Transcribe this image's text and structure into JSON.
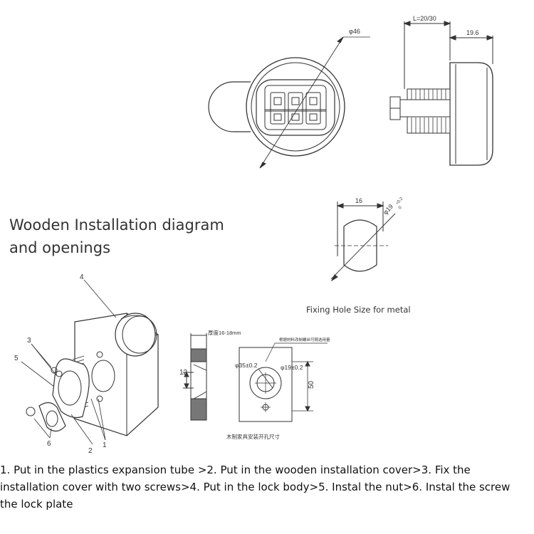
{
  "title": {
    "line1": "Wooden Installation diagram",
    "line2": "and openings"
  },
  "captions": {
    "metal_hole": "Fixing Hole Size for metal",
    "wood_opening": "木制家具安装开孔尺寸",
    "material_note": "根据材料改制螺丝可随选用量"
  },
  "dimensions": {
    "lock_diameter": "φ46",
    "length": "L=20/30",
    "depth": "19.6",
    "hole_width": "16",
    "hole_diameter": "φ19",
    "hole_tolerance_upper": "+0.2",
    "hole_tolerance_lower": "0",
    "thickness": "厚度16-18mm",
    "thickness_12": "12",
    "bore_large": "φ35±0.2",
    "bore_small": "φ19±0.2",
    "height_50": "50"
  },
  "callouts": [
    "1",
    "2",
    "3",
    "4",
    "5",
    "6"
  ],
  "instructions": "1. Put in the plastics expansion tube >2. Put in the wooden installation cover>3. Fix the installation cover with two screws>4. Put in the lock body>5. Instal the nut>6. Instal the screw the lock plate"
}
